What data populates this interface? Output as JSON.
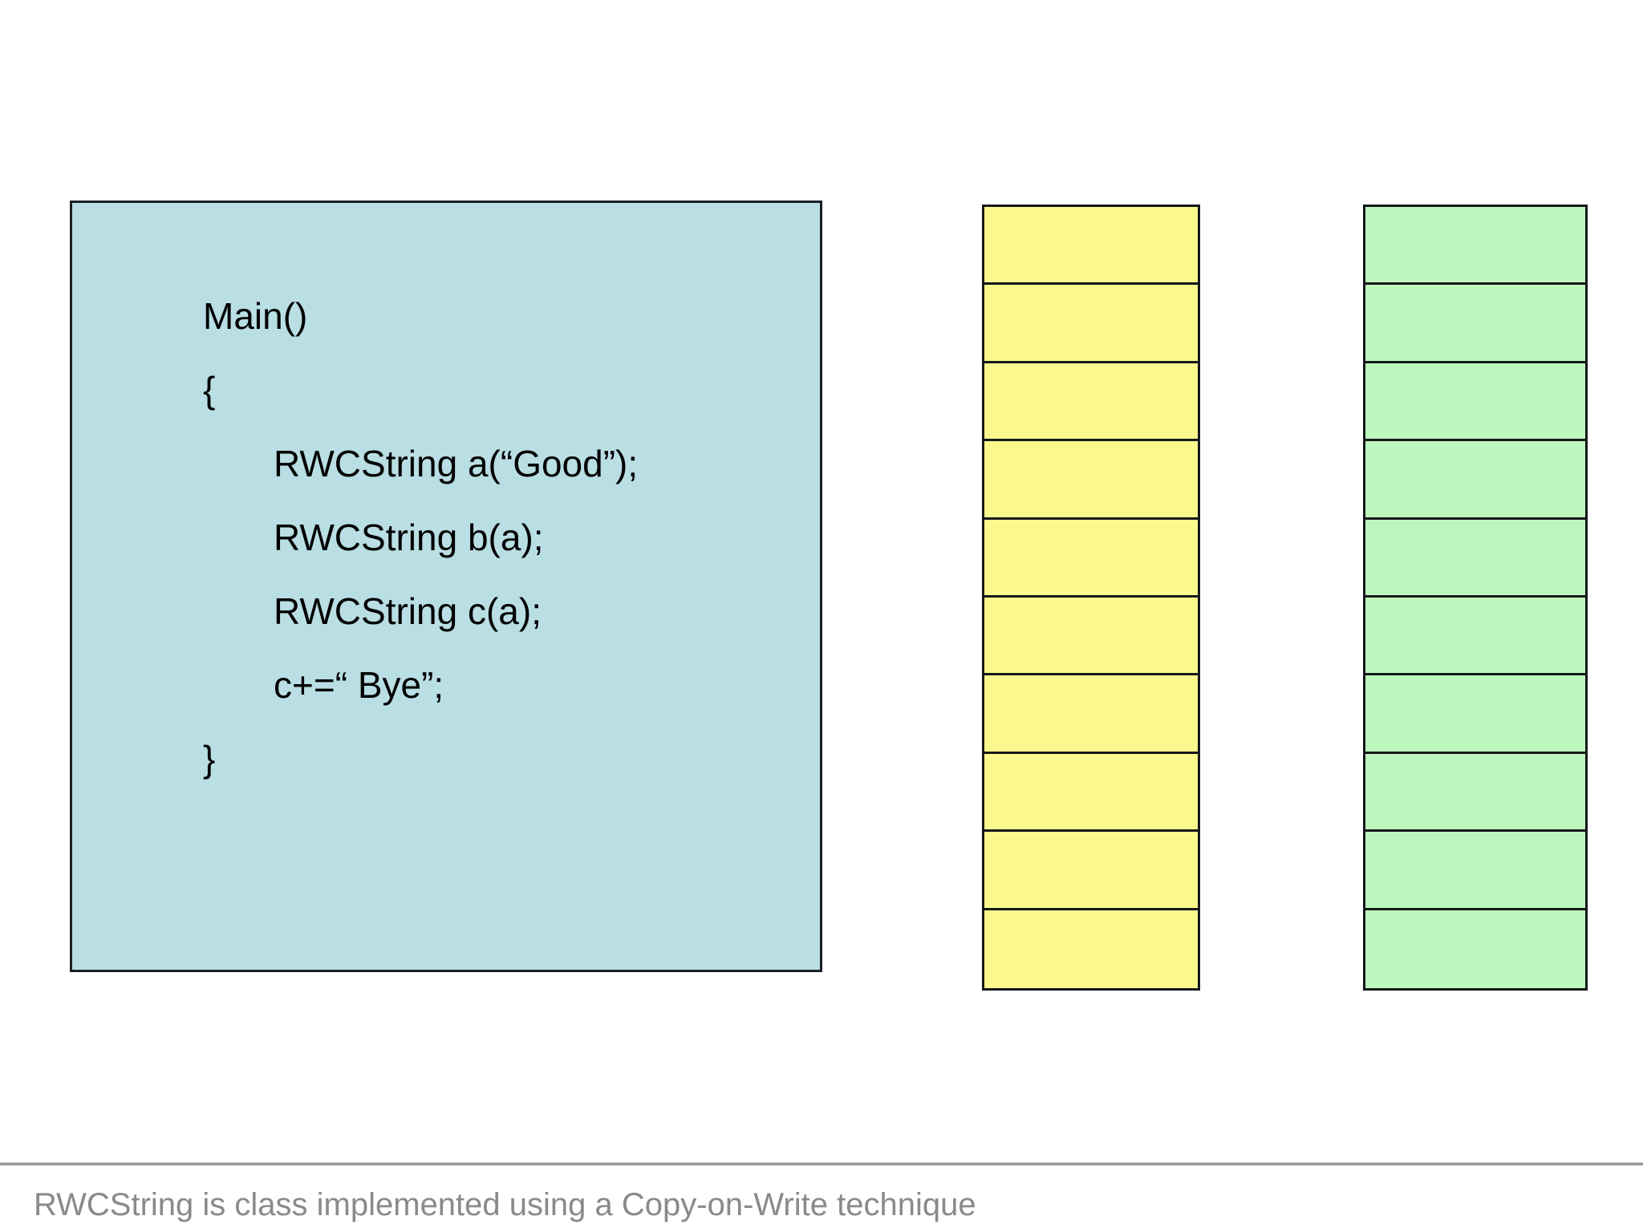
{
  "slide": {
    "background_color": "#ffffff"
  },
  "code_panel": {
    "background_color": "#b9dee4",
    "border_color": "#1b1f26",
    "lines": [
      {
        "text": "Main()",
        "indent": false
      },
      {
        "text": "{",
        "indent": false
      },
      {
        "text": "RWCString a(“Good”);",
        "indent": true
      },
      {
        "text": "RWCString b(a);",
        "indent": true
      },
      {
        "text": "RWCString c(a);",
        "indent": true
      },
      {
        "text": "c+=“ Bye”;",
        "indent": true
      },
      {
        "text": "}",
        "indent": false
      }
    ]
  },
  "memory_columns": [
    {
      "name": "yellow-column",
      "fill_color": "#fbf98d",
      "border_color": "#16181c",
      "cell_count": 10,
      "cells": [
        "",
        "",
        "",
        "",
        "",
        "",
        "",
        "",
        "",
        ""
      ]
    },
    {
      "name": "green-column",
      "fill_color": "#bdf7bd",
      "border_color": "#16181c",
      "cell_count": 10,
      "cells": [
        "",
        "",
        "",
        "",
        "",
        "",
        "",
        "",
        "",
        ""
      ]
    }
  ],
  "footer": {
    "divider_color": "#9a9a9a",
    "caption": "RWCString is class implemented using a Copy-on-Write technique",
    "caption_color": "#8a8a8a"
  }
}
